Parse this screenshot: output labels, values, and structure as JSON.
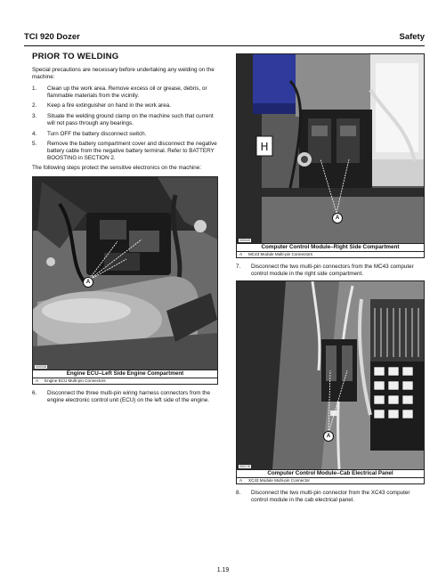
{
  "header": {
    "title": "TCI 920 Dozer",
    "section": "Safety"
  },
  "section_title": "PRIOR TO WELDING",
  "intro": "Special precautions are necessary before undertaking any welding on the machine:",
  "steps": [
    {
      "num": "1.",
      "text": "Clean up the work area. Remove excess oil or grease, debris, or flammable materials from the vicinity."
    },
    {
      "num": "2.",
      "text": "Keep a fire extinguisher on hand in the work area."
    },
    {
      "num": "3.",
      "text": "Situate the welding ground clamp on the machine such that current will not pass through any bearings."
    },
    {
      "num": "4.",
      "text": "Turn OFF the battery disconnect switch."
    },
    {
      "num": "5.",
      "text": "Remove the battery compartment cover and disconnect the negative battery cable from the negative battery terminal. Refer to BATTERY BOOSTING in SECTION 2."
    }
  ],
  "protect_text": "The following steps protect the sensitive electronics on the machine:",
  "fig1": {
    "code": "000038",
    "callout": "A",
    "title": "Engine ECU–Left Side Engine Compartment",
    "row_label": "A",
    "row_text": "Engine ECU Multi-pin Connectors"
  },
  "step6": {
    "num": "6.",
    "text": "Disconnect the three multi-pin wiring harness connectors from the engine electronic control unit (ECU) on the left side of the engine."
  },
  "fig2": {
    "code": "000040",
    "callout": "A",
    "title": "Computer Control Module–Right Side Compartment",
    "row_label": "A",
    "row_text": "MC43 Module Multi-pin Connectors"
  },
  "step7": {
    "num": "7.",
    "text": "Disconnect the two multi-pin connectors from the MC43 computer control module in the right side compartment."
  },
  "fig3": {
    "code": "000176",
    "callout": "A",
    "title": "Computer Control Module–Cab Electrical Panel",
    "row_label": "A",
    "row_text": "XC43 Module Multi-pin Connector"
  },
  "step8": {
    "num": "8.",
    "text": "Disconnect the two multi-pin connector from the XC43 computer control module in the cab electrical panel."
  },
  "page_number": "1.19",
  "colors": {
    "module_blue": "#2e3a9c",
    "ink": "#111111"
  },
  "icons": [
    "callout-a-icon"
  ]
}
